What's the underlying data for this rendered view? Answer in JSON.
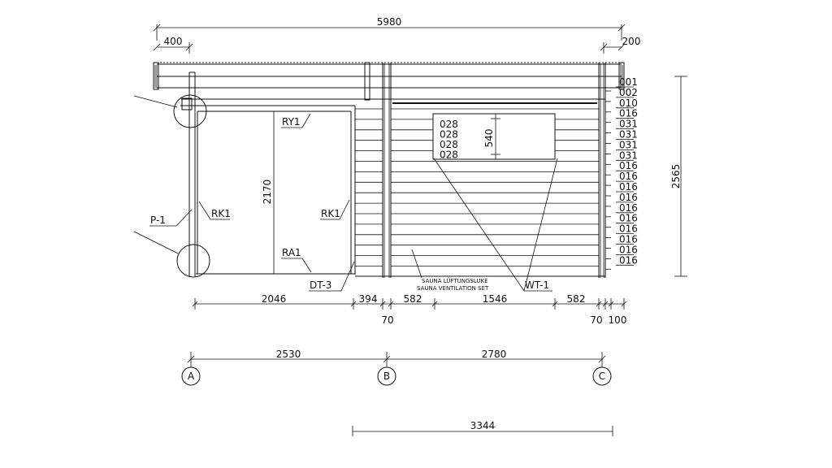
{
  "dimensions": {
    "overall_width": "5980",
    "left_overhang": "400",
    "right_overhang": "200",
    "height": "2565",
    "door_height": "2170",
    "window_height": "540",
    "bottom_row": [
      "2046",
      "394",
      "582",
      "1546",
      "582"
    ],
    "below_row": [
      "70",
      "70",
      "100"
    ],
    "grid_spans": [
      "2530",
      "2780"
    ],
    "lower_span": "3344"
  },
  "labels": {
    "ry1": "RY1",
    "rk1_left": "RK1",
    "rk1_right": "RK1",
    "p1": "P-1",
    "ra1": "RA1",
    "dt3": "DT-3",
    "wt1": "WT-1",
    "vent_de": "SAUNA LÜFTUNGSLUKE",
    "vent_en": "SAUNA VENTILATION SET"
  },
  "log_codes_right": [
    "001",
    "002",
    "010",
    "016",
    "031",
    "031",
    "031",
    "031",
    "016",
    "016",
    "016",
    "016",
    "016",
    "016",
    "016",
    "016",
    "016",
    "016"
  ],
  "log_codes_window": [
    "028",
    "028",
    "028",
    "028"
  ],
  "axes": [
    "A",
    "B",
    "C"
  ]
}
